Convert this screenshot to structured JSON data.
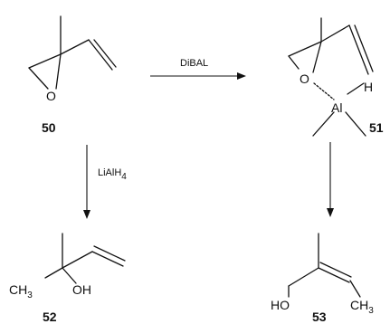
{
  "reagents": {
    "dibal": "DiBAL",
    "lialh4_main": "LiAlH",
    "lialh4_sub": "4"
  },
  "compounds": {
    "c50": "50",
    "c51": "51",
    "c52": "52",
    "c53": "53"
  },
  "atoms": {
    "o50": "O",
    "o51": "O",
    "al51": "Al",
    "h51": "H",
    "ch3_52_main": "CH",
    "ch3_52_sub": "3",
    "oh52": "OH",
    "ho53": "HO",
    "ch3_53_main": "CH",
    "ch3_53_sub": "3"
  }
}
